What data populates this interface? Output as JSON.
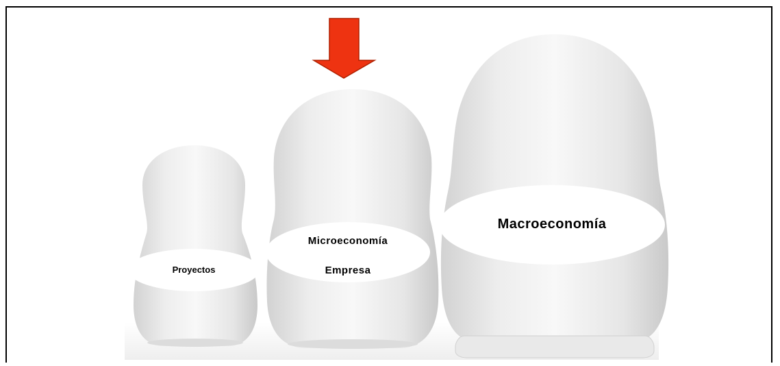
{
  "diagram": {
    "dolls": [
      {
        "id": "small",
        "label_lines": [
          "Proyectos"
        ]
      },
      {
        "id": "medium",
        "label_lines": [
          "Microeconomía",
          "Empresa"
        ]
      },
      {
        "id": "large",
        "label_lines": [
          "Macroeconomía"
        ]
      }
    ],
    "pointer": {
      "target": "medium",
      "icon": "down-arrow-icon",
      "color": "#ee3311"
    },
    "colors": {
      "doll_light": "#f6f6f6",
      "doll_mid": "#e4e4e4",
      "doll_shadow": "#c8c8c8",
      "label_ellipse": "#ffffff",
      "arrow_fill": "#ee3311",
      "arrow_stroke": "#b02000"
    }
  }
}
